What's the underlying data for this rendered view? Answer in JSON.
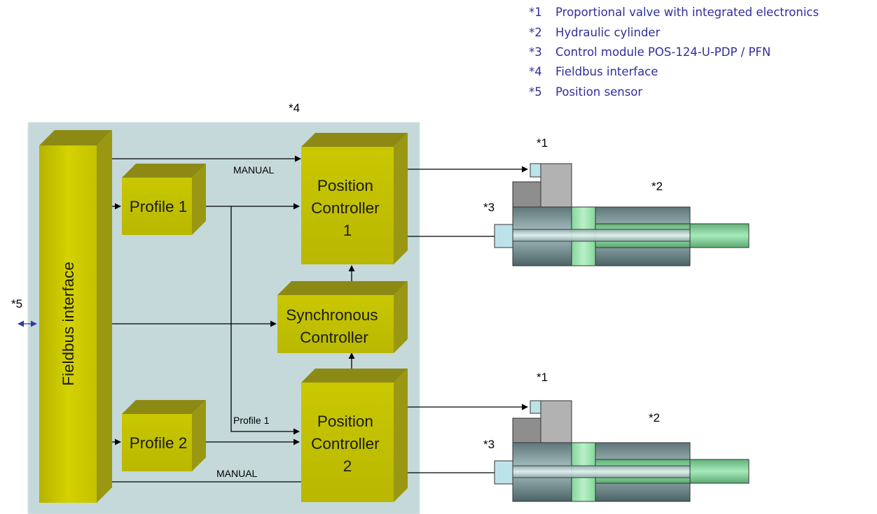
{
  "legend": [
    {
      "key": "*1",
      "text": "Proportional valve with integrated electronics"
    },
    {
      "key": "*2",
      "text": "Hydraulic cylinder"
    },
    {
      "key": "*3",
      "text": "Control module POS-124-U-PDP / PFN"
    },
    {
      "key": "*4",
      "text": "Fieldbus interface"
    },
    {
      "key": "*5",
      "text": "Position sensor"
    }
  ],
  "refs": {
    "r1": "*1",
    "r2": "*2",
    "r3": "*3",
    "r4": "*4",
    "r5": "*5"
  },
  "blocks": {
    "fieldbus": "Fieldbus interface",
    "profile1": "Profile 1",
    "profile2": "Profile 2",
    "pc1": [
      "Position",
      "Controller",
      "1"
    ],
    "sync": [
      "Synchronous",
      "Controller"
    ],
    "pc2": [
      "Position",
      "Controller",
      "2"
    ]
  },
  "line_labels": {
    "manual_top": "MANUAL",
    "manual_bottom": "MANUAL",
    "profile1_branch": "Profile 1"
  },
  "colors": {
    "module_bg": "#c5d9da",
    "block_face": "#c8c800",
    "block_top": "#8c8a14",
    "block_side": "#9a9812",
    "legend_text": "#2f2f9c"
  }
}
